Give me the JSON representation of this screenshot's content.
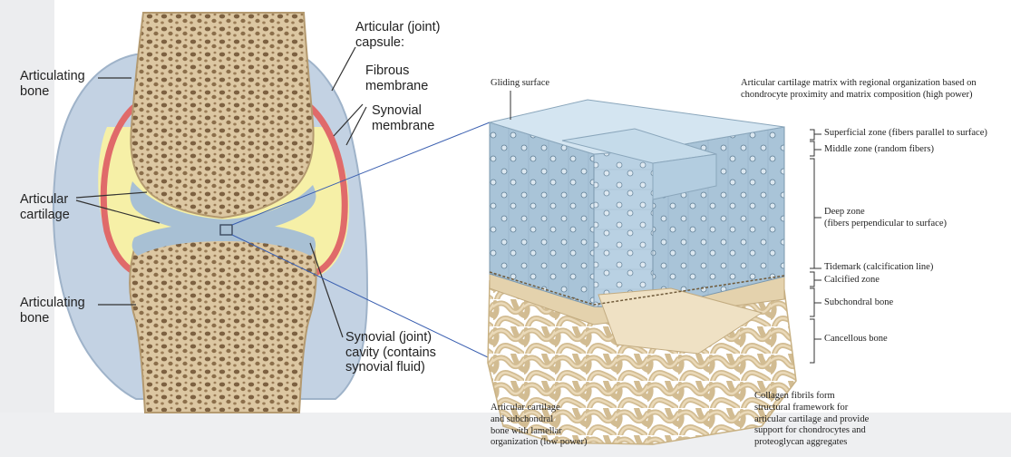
{
  "joint_labels": {
    "articulating_bone_top": "Articulating\nbone",
    "articular_cartilage": "Articular\ncartilage",
    "articulating_bone_bottom": "Articulating\nbone",
    "capsule": "Articular (joint)\ncapsule:",
    "fibrous_membrane": "Fibrous\nmembrane",
    "synovial_membrane": "Synovial\nmembrane",
    "synovial_cavity": "Synovial (joint)\ncavity (contains\nsynovial fluid)"
  },
  "detail_labels": {
    "gliding_surface": "Gliding surface",
    "matrix_note": "Articular cartilage matrix with regional organization based on\nchondrocyte proximity and matrix composition (high power)",
    "superficial_zone": "Superficial zone (fibers parallel to surface)",
    "middle_zone": "Middle zone (random fibers)",
    "deep_zone": "Deep zone\n(fibers perpendicular to surface)",
    "tidemark": "Tidemark (calcification line)",
    "calcified_zone": "Calcified zone",
    "subchondral_bone": "Subchondral bone",
    "cancellous_bone": "Cancellous bone",
    "low_power_note": "Articular cartilage\nand subchondral\nbone with lamellar\norganization (low power)",
    "collagen_note": "Collagen fibrils form\nstructural framework for\narticular cartilage and provide\nsupport for chondrocytes and\nproteoglycan aggregates"
  },
  "colors": {
    "bone": "#d8c4a0",
    "bone_pore": "#8a6e48",
    "capsule": "#b8c8dc",
    "synovial_membrane": "#e06a6a",
    "synovial_fluid": "#f7f0a8",
    "cartilage": "#a9c2d6",
    "cartilage_block": "#bcd3e4"
  }
}
